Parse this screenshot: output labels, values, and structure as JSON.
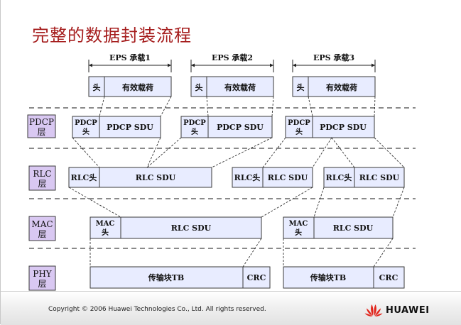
{
  "title": "完整的数据封装流程",
  "bearers": [
    "EPS  承载1",
    "EPS  承载2",
    "EPS  承载3"
  ],
  "layers": {
    "pdcp": [
      "PDCP",
      "层"
    ],
    "rlc": [
      "RLC",
      "层"
    ],
    "mac": [
      "MAC",
      "层"
    ],
    "phy": [
      "PHY",
      "层"
    ]
  },
  "labels": {
    "header": "头",
    "payload": "有效载荷",
    "pdcp_header": [
      "PDCP",
      "头"
    ],
    "pdcp_sdu": "PDCP SDU",
    "rlc_header": "RLC头",
    "rlc_sdu": "RLC SDU",
    "mac_header": [
      "MAC",
      "头"
    ],
    "transport_block": "传输块TB",
    "crc": "CRC"
  },
  "footer": {
    "copyright": "Copyright © 2006 Huawei Technologies Co., Ltd. All rights reserved.",
    "brand": "HUAWEI"
  },
  "colors": {
    "title": "#a51c1c",
    "box_fill": "#e8ecff",
    "layer_fill": "#d9c8f2",
    "logo": "#e2231a"
  }
}
